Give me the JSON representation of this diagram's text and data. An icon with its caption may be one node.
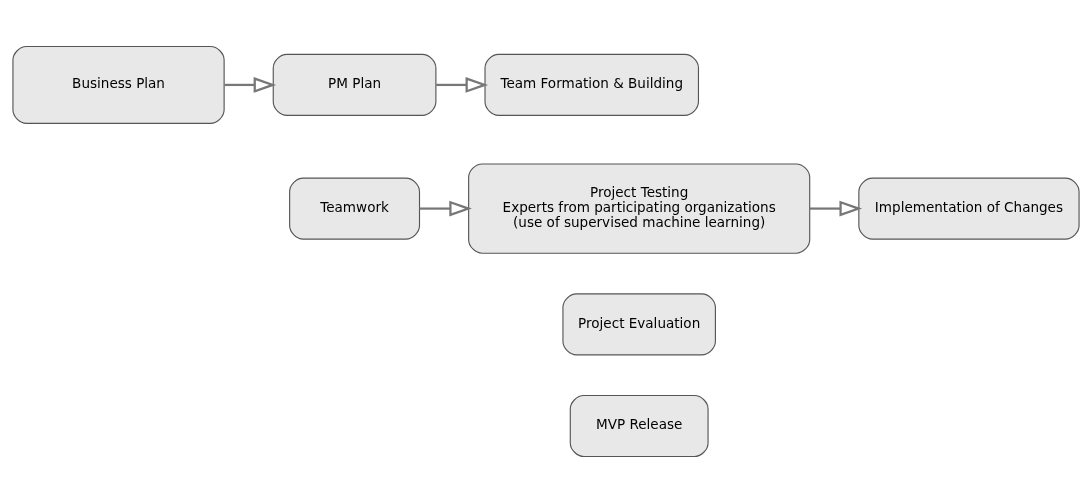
{
  "diagram": {
    "nodes": [
      {
        "text": [
          "Business Plan"
        ]
      },
      {
        "text": [
          "PM Plan"
        ]
      },
      {
        "text": [
          "Team Formation & Building"
        ]
      },
      {
        "text": [
          "Teamwork"
        ]
      },
      {
        "text": [
          "Project Testing",
          "Experts from participating organizations",
          "(use of supervised machine learning)"
        ]
      },
      {
        "text": [
          "Implementation of Changes"
        ]
      },
      {
        "text": [
          "Project Evaluation"
        ]
      },
      {
        "text": [
          "MVP Release"
        ]
      }
    ],
    "edges": [
      {
        "from": 0,
        "to": 1,
        "arrow": "to"
      },
      {
        "from": 1,
        "to": 2,
        "arrow": "to"
      },
      {
        "from": 3,
        "to": 4,
        "arrow": "to"
      },
      {
        "from": 4,
        "to": 5,
        "arrow": "to"
      }
    ]
  }
}
